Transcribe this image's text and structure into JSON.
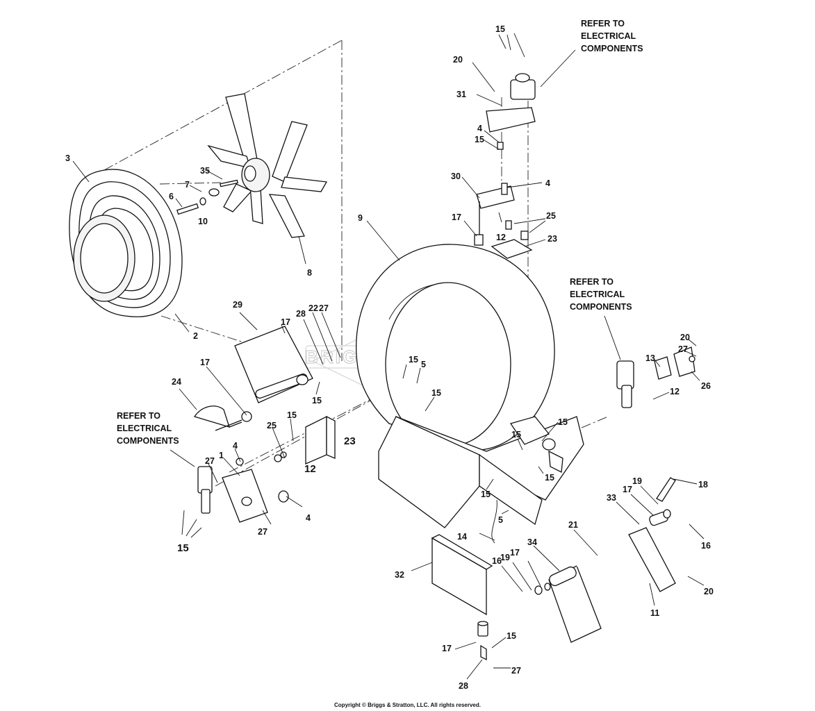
{
  "watermark": "BRIGGS&STRATTON",
  "notes": {
    "refer_top": [
      "REFER TO",
      "ELECTRICAL",
      "COMPONENTS"
    ],
    "refer_right": [
      "REFER TO",
      "ELECTRICAL",
      "COMPONENTS"
    ],
    "refer_left": [
      "REFER TO",
      "ELECTRICAL",
      "COMPONENTS"
    ]
  },
  "callouts": [
    {
      "id": "c3",
      "text": "3"
    },
    {
      "id": "c2",
      "text": "2"
    },
    {
      "id": "c35",
      "text": "35"
    },
    {
      "id": "c7",
      "text": "7"
    },
    {
      "id": "c6",
      "text": "6"
    },
    {
      "id": "c10",
      "text": "10"
    },
    {
      "id": "c8",
      "text": "8"
    },
    {
      "id": "c9",
      "text": "9"
    },
    {
      "id": "c29",
      "text": "29"
    },
    {
      "id": "c17a",
      "text": "17"
    },
    {
      "id": "c28a",
      "text": "28"
    },
    {
      "id": "c22",
      "text": "22"
    },
    {
      "id": "c27a",
      "text": "27"
    },
    {
      "id": "c17b",
      "text": "17"
    },
    {
      "id": "c24",
      "text": "24"
    },
    {
      "id": "c15a",
      "text": "15"
    },
    {
      "id": "c25a",
      "text": "25"
    },
    {
      "id": "c15b",
      "text": "15"
    },
    {
      "id": "c23a",
      "text": "23"
    },
    {
      "id": "c4a",
      "text": "4"
    },
    {
      "id": "c1",
      "text": "1"
    },
    {
      "id": "c27b",
      "text": "27"
    },
    {
      "id": "c12a",
      "text": "12"
    },
    {
      "id": "c4b",
      "text": "4"
    },
    {
      "id": "c27c",
      "text": "27"
    },
    {
      "id": "c15c",
      "text": "15"
    },
    {
      "id": "c15d",
      "text": "15"
    },
    {
      "id": "c5a",
      "text": "5"
    },
    {
      "id": "c15e",
      "text": "15"
    },
    {
      "id": "c15top",
      "text": "15"
    },
    {
      "id": "c20a",
      "text": "20"
    },
    {
      "id": "c31",
      "text": "31"
    },
    {
      "id": "c4c",
      "text": "4"
    },
    {
      "id": "c15f",
      "text": "15"
    },
    {
      "id": "c30",
      "text": "30"
    },
    {
      "id": "c4d",
      "text": "4"
    },
    {
      "id": "c17c",
      "text": "17"
    },
    {
      "id": "c12b",
      "text": "12"
    },
    {
      "id": "c25b",
      "text": "25"
    },
    {
      "id": "c23b",
      "text": "23"
    },
    {
      "id": "c20b",
      "text": "20"
    },
    {
      "id": "c27d",
      "text": "27"
    },
    {
      "id": "c13",
      "text": "13"
    },
    {
      "id": "c26",
      "text": "26"
    },
    {
      "id": "c12c",
      "text": "12"
    },
    {
      "id": "c15g",
      "text": "15"
    },
    {
      "id": "c15h",
      "text": "15"
    },
    {
      "id": "c15i",
      "text": "15"
    },
    {
      "id": "c15j",
      "text": "15"
    },
    {
      "id": "c5b",
      "text": "5"
    },
    {
      "id": "c14",
      "text": "14"
    },
    {
      "id": "c18",
      "text": "18"
    },
    {
      "id": "c19a",
      "text": "19"
    },
    {
      "id": "c17d",
      "text": "17"
    },
    {
      "id": "c33",
      "text": "33"
    },
    {
      "id": "c16a",
      "text": "16"
    },
    {
      "id": "c21",
      "text": "21"
    },
    {
      "id": "c34",
      "text": "34"
    },
    {
      "id": "c20c",
      "text": "20"
    },
    {
      "id": "c11",
      "text": "11"
    },
    {
      "id": "c32",
      "text": "32"
    },
    {
      "id": "c16b",
      "text": "16"
    },
    {
      "id": "c19b",
      "text": "19"
    },
    {
      "id": "c17e",
      "text": "17"
    },
    {
      "id": "c17f",
      "text": "17"
    },
    {
      "id": "c15k",
      "text": "15"
    },
    {
      "id": "c27e",
      "text": "27"
    },
    {
      "id": "c28b",
      "text": "28"
    }
  ],
  "copyright": "Copyright © Briggs & Stratton, LLC. All rights reserved."
}
